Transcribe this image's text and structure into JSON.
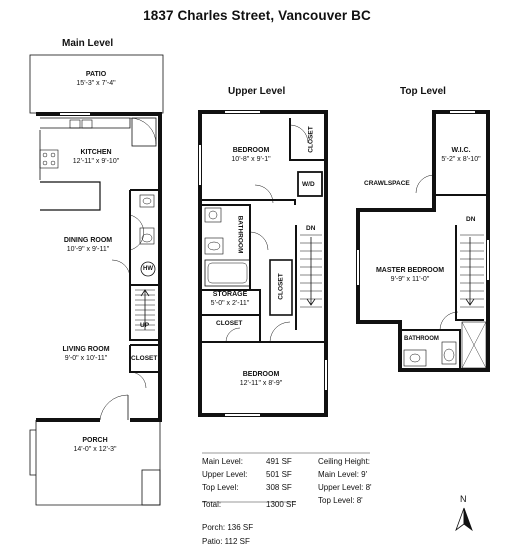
{
  "title": "1837 Charles Street, Vancouver BC",
  "levels": {
    "main": "Main Level",
    "upper": "Upper Level",
    "top": "Top Level"
  },
  "rooms": {
    "patio": {
      "name": "PATIO",
      "dims": "15'-3\" x 7'-4\""
    },
    "kitchen": {
      "name": "KITCHEN",
      "dims": "12'-11\" x 9'-10\""
    },
    "dining": {
      "name": "DINING ROOM",
      "dims": "10'-9\" x 9'-11\""
    },
    "living": {
      "name": "LIVING ROOM",
      "dims": "9'-0\" x 10'-11\""
    },
    "porch": {
      "name": "PORCH",
      "dims": "14'-0\" x 12'-3\""
    },
    "hw": "HW",
    "up": "UP",
    "closet_main": "CLOSET",
    "bedroom_upper1": {
      "name": "BEDROOM",
      "dims": "10'-8\" x 9'-1\""
    },
    "closet_upper1": "CLOSET",
    "wd": "W/D",
    "bathroom_upper": "BATHROOM",
    "dn_upper": "DN",
    "closet_upper2": "CLOSET",
    "storage": {
      "name": "STORAGE",
      "dims": "5'-0\" x 2'-11\""
    },
    "closet_upper3": "CLOSET",
    "bedroom_upper2": {
      "name": "BEDROOM",
      "dims": "12'-11\" x 8'-9\""
    },
    "wic": {
      "name": "W.I.C.",
      "dims": "5'-2\" x 8'-10\""
    },
    "crawlspace": "CRAWLSPACE",
    "dn_top": "DN",
    "master": {
      "name": "MASTER BEDROOM",
      "dims": "9'-9\" x 11'-0\""
    },
    "bathroom_top": "BATHROOM"
  },
  "areas": {
    "main_label": "Main Level:",
    "main_value": "491 SF",
    "upper_label": "Upper Level:",
    "upper_value": "501 SF",
    "top_label": "Top Level:",
    "top_value": "308 SF",
    "total_label": "Total:",
    "total_value": "1300 SF",
    "porch": "Porch: 136 SF",
    "patio": "Patio: 112 SF"
  },
  "ceiling": {
    "heading": "Ceiling Height:",
    "main": "Main Level: 9'",
    "upper": "Upper Level: 8'",
    "top": "Top Level: 8'"
  },
  "north": "N"
}
